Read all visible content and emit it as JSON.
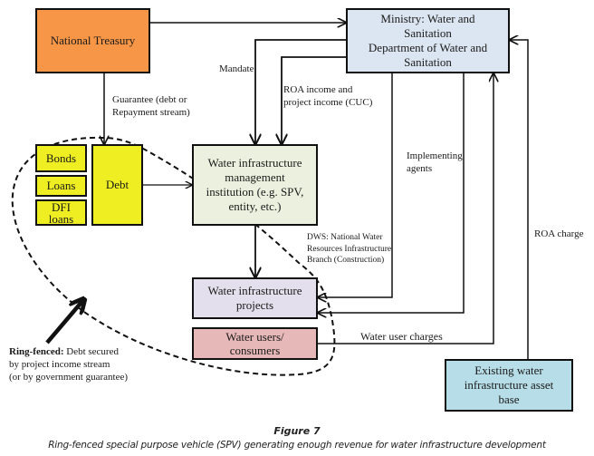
{
  "nodes": {
    "national_treasury": {
      "label": "National Treasury",
      "color": "#F79646"
    },
    "ministry": {
      "label": "Ministry:  Water and\nSanitation\nDepartment  of Water and\nSanitation",
      "color": "#DCE6F2"
    },
    "bonds": {
      "label": "Bonds",
      "color": "#EEEE22"
    },
    "loans": {
      "label": "Loans",
      "color": "#EEEE22"
    },
    "dfi_loans": {
      "label": "DFI\nloans",
      "color": "#EEEE22"
    },
    "debt": {
      "label": "Debt",
      "color": "#EEEE22"
    },
    "management_institution": {
      "label": "Water infrastructure\nmanagement\ninstitution  (e.g. SPV,\nentity, etc.)",
      "color": "#EBF1DE"
    },
    "projects": {
      "label": "Water infrastructure\nprojects",
      "color": "#E4DFEC"
    },
    "users": {
      "label": "Water users/\nconsumers",
      "color": "#E6B8B7"
    },
    "asset_base": {
      "label": "Existing  water\ninfrastructure  asset\nbase",
      "color": "#B7DEE8"
    }
  },
  "edges": [
    {
      "from": "national_treasury",
      "to": "ministry",
      "label": ""
    },
    {
      "from": "ministry",
      "to": "management_institution",
      "label": "Mandate"
    },
    {
      "from": "ministry",
      "to": "management_institution",
      "label": "ROA income  and\nproject income  (CUC)"
    },
    {
      "from": "national_treasury",
      "to": "debt",
      "label": "Guarantee  (debt or\nRepayment  stream)"
    },
    {
      "from": "debt",
      "to": "management_institution",
      "label": ""
    },
    {
      "from": "management_institution",
      "to": "projects",
      "label": "DWS: National Water\nResources Infrastructure\nBranch (Construction)"
    },
    {
      "from": "ministry",
      "to": "projects",
      "label": "Implementing\nagents"
    },
    {
      "from": "ministry",
      "to": "projects",
      "label": ""
    },
    {
      "from": "users",
      "to": "ministry",
      "label": "Water user charges"
    },
    {
      "from": "asset_base",
      "to": "ministry",
      "label": "ROA charge"
    }
  ],
  "labels": {
    "mandate": "Mandate",
    "roa_income": "ROA income  and\nproject income  (CUC)",
    "guarantee": "Guarantee  (debt or\nRepayment  stream)",
    "dws": "DWS: National Water\nResources Infrastructure\nBranch (Construction)",
    "implementing": "Implementing\nagents",
    "water_user_charges": "Water user charges",
    "roa_charge": "ROA charge",
    "ring_fenced_bold": "Ring-fenced:",
    "ring_fenced_rest": " Debt secured\nby project income  stream\n(or by government  guarantee)"
  },
  "caption": {
    "title": "Figure 7",
    "text": "Ring-fenced special purpose vehicle (SPV) generating enough revenue for water infrastructure development"
  }
}
